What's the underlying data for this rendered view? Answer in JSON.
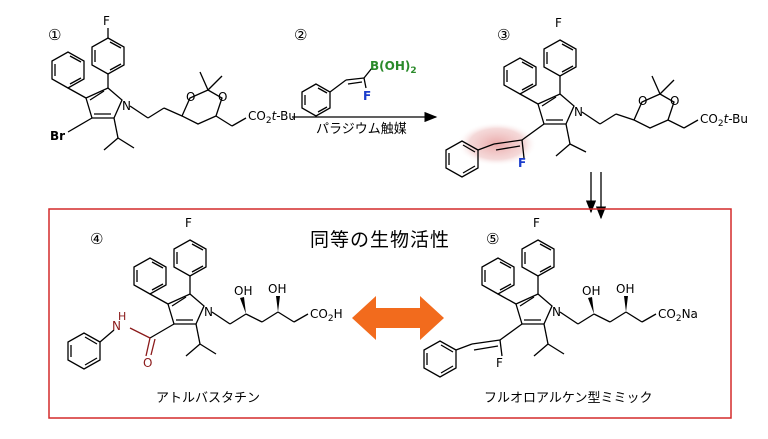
{
  "labels": {
    "c1": "①",
    "c2": "②",
    "c3": "③",
    "c4": "④",
    "c5": "⑤"
  },
  "reagent": {
    "boron": "B(OH)",
    "boron_sub": "2",
    "fluorine": "F",
    "arrow_label": "パラジウム触媒"
  },
  "atoms": {
    "F": "F",
    "Br": "Br",
    "N": "N",
    "O": "O",
    "OH": "OH",
    "NH": "NH",
    "H": "H",
    "O_amide": "O"
  },
  "esters": {
    "co2": "CO",
    "co2_sub": "2",
    "t": "t",
    "bu": "-Bu"
  },
  "acids": {
    "co2h": "CO",
    "co2h_sub": "2",
    "co2h_h": "H",
    "co2na": "CO",
    "co2na_sub": "2",
    "co2na_na": "Na"
  },
  "box": {
    "title": "同等の生物活性"
  },
  "captions": {
    "atorvastatin": "アトルバスタチン",
    "mimic": "フルオロアルケン型ミミック"
  },
  "colors": {
    "box_border": "#d42a2a",
    "boron_green": "#2a8a2a",
    "fluorine_blue": "#1a3ccc",
    "amide_red": "#8b1a1a",
    "double_arrow": "#f26b1d",
    "highlight": "#e8a0a0"
  }
}
